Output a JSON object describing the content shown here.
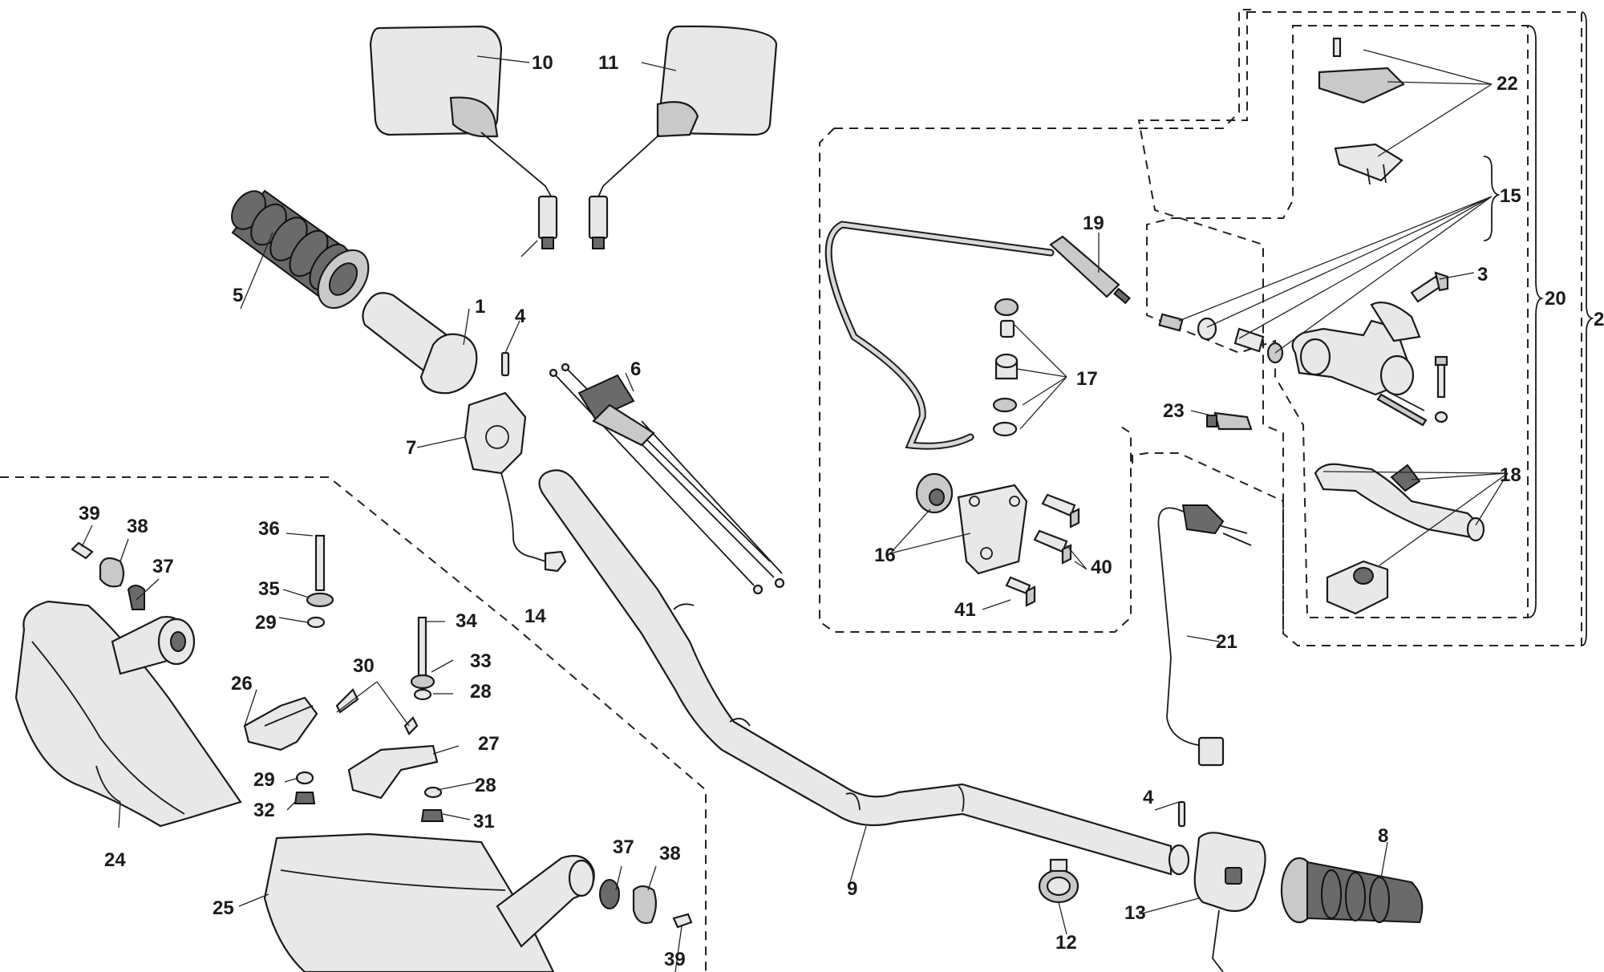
{
  "labels": {
    "n1": "1",
    "n2": "2",
    "n3": "3",
    "n4a": "4",
    "n4b": "4",
    "n5": "5",
    "n6": "6",
    "n7": "7",
    "n8": "8",
    "n9": "9",
    "n10": "10",
    "n11": "11",
    "n12": "12",
    "n13": "13",
    "n14": "14",
    "n15": "15",
    "n16": "16",
    "n17": "17",
    "n18": "18",
    "n19": "19",
    "n20": "20",
    "n21": "21",
    "n22": "22",
    "n23": "23",
    "n24": "24",
    "n25": "25",
    "n26": "26",
    "n27": "27",
    "n28a": "28",
    "n28b": "28",
    "n29a": "29",
    "n29b": "29",
    "n30": "30",
    "n31": "31",
    "n32": "32",
    "n33": "33",
    "n34": "34",
    "n35": "35",
    "n36": "36",
    "n37a": "37",
    "n37b": "37",
    "n38a": "38",
    "n38b": "38",
    "n39a": "39",
    "n39b": "39",
    "n40": "40",
    "n41": "41"
  }
}
